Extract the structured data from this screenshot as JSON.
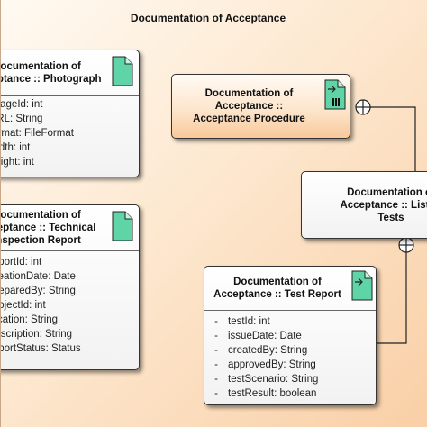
{
  "package": {
    "title": "Documentation of Acceptance"
  },
  "classes": {
    "photograph": {
      "title_lines": [
        "Documentation of",
        "Acceptance :: Photograph"
      ],
      "attributes": [
        "imageId: int",
        "URL: String",
        "format: FileFormat",
        "width: int",
        "height: int"
      ]
    },
    "technical_inspection_report": {
      "title_lines": [
        "Documentation of",
        "Acceptance :: Technical",
        "Inspection Report"
      ],
      "attributes": [
        "reportId: int",
        "creationDate: Date",
        "preparedBy: String",
        "projectId: int",
        "location: String",
        "description: String",
        "reportStatus: Status"
      ]
    },
    "acceptance_procedure": {
      "title_lines": [
        "Documentation of",
        "Acceptance ::",
        "Acceptance Procedure"
      ]
    },
    "list_of_tests": {
      "title_lines": [
        "Documentation of",
        "Acceptance :: List of",
        "Tests"
      ]
    },
    "test_report": {
      "title_lines": [
        "Documentation of",
        "Acceptance :: Test Report"
      ],
      "visibility_marker": "-",
      "attributes": [
        "testId: int",
        "issueDate: Date",
        "createdBy: String",
        "approvedBy: String",
        "testScenario: String",
        "testResult: boolean"
      ]
    }
  },
  "icons": {
    "photograph": "document-icon",
    "technical_inspection_report": "document-icon",
    "acceptance_procedure": "procedure-document-icon",
    "test_report": "document-icon"
  },
  "colors": {
    "package_fill": "#fde8d0",
    "icon_fill": "#5fd4a6",
    "line": "#222222"
  }
}
